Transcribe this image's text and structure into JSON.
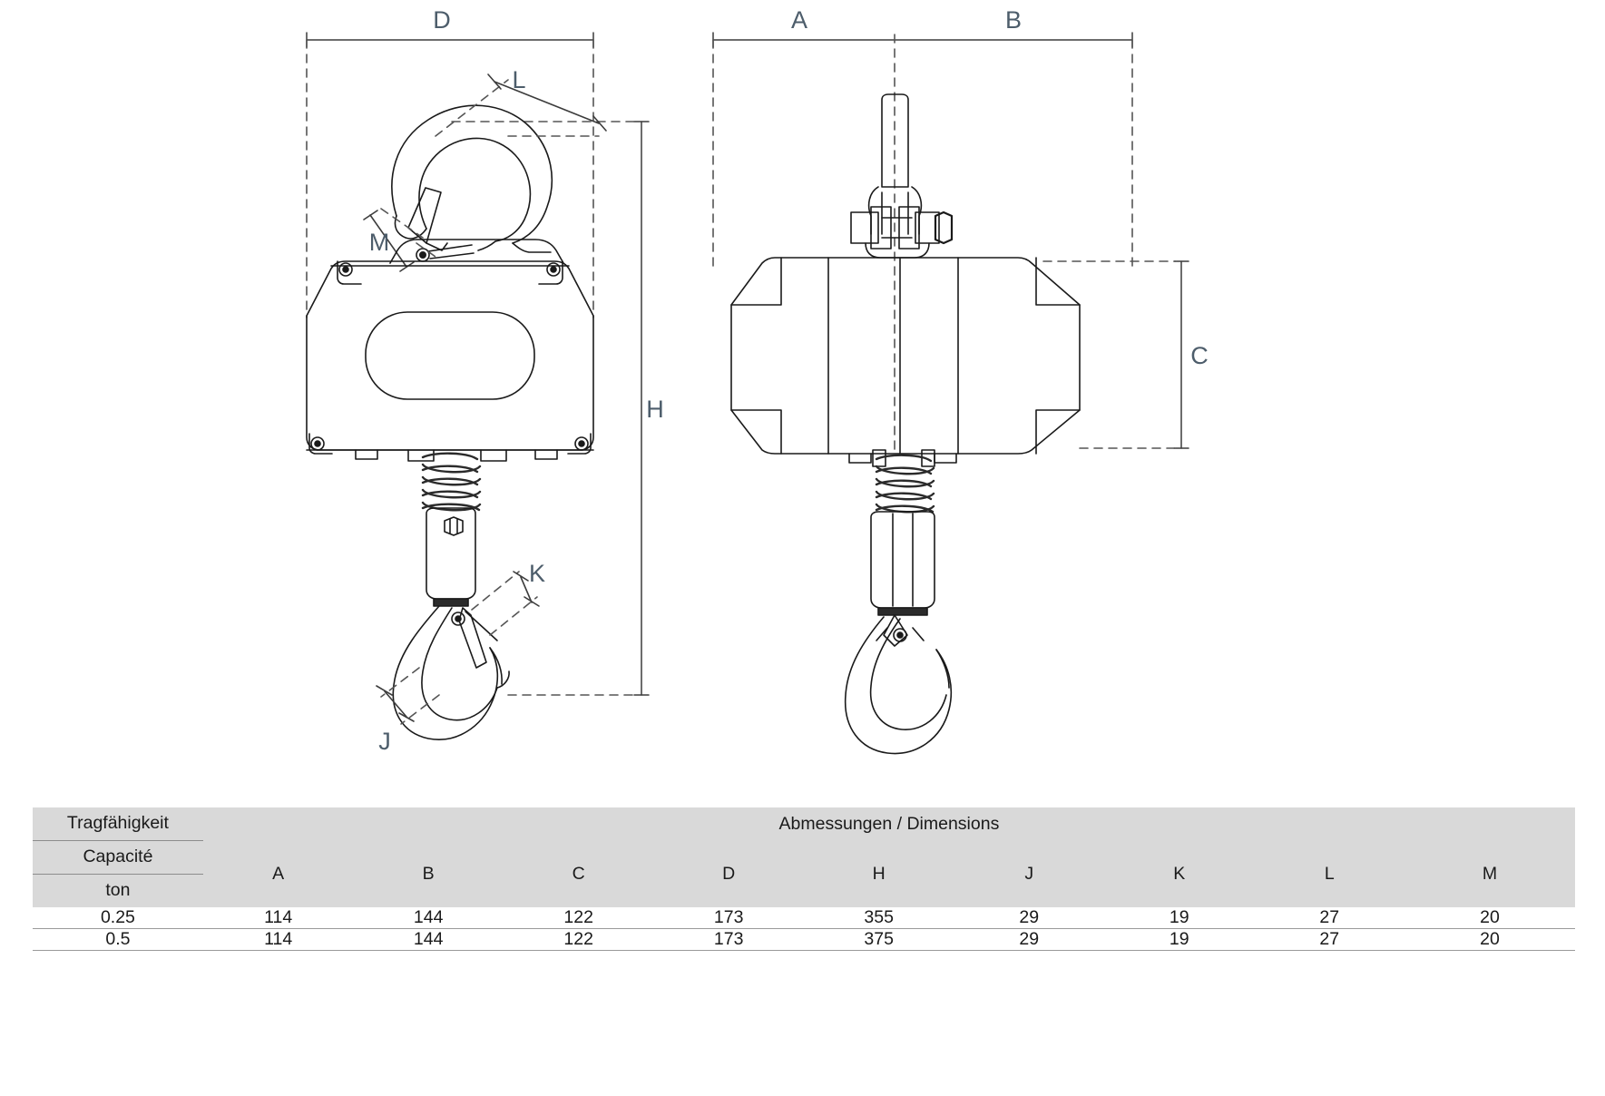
{
  "drawing": {
    "title_hidden": "",
    "views": [
      {
        "name": "side-view",
        "labels": [
          "D",
          "L",
          "M",
          "H",
          "K",
          "J"
        ]
      },
      {
        "name": "front-view",
        "labels": [
          "A",
          "B",
          "C"
        ]
      }
    ],
    "dimension_labels": {
      "D": "D",
      "L": "L",
      "M": "M",
      "H": "H",
      "K": "K",
      "J": "J",
      "A": "A",
      "B": "B",
      "C": "C"
    },
    "line_color": "#1a1a1a",
    "label_color": "#4d5d6b"
  },
  "table": {
    "capacity_header_de": "Tragfähigkeit",
    "capacity_header_fr": "Capacité",
    "capacity_unit": "ton",
    "dimensions_header": "Abmessungen / Dimensions",
    "columns": [
      "A",
      "B",
      "C",
      "D",
      "H",
      "J",
      "K",
      "L",
      "M"
    ],
    "rows": [
      {
        "capacity": "0.25",
        "values": [
          "114",
          "144",
          "122",
          "173",
          "355",
          "29",
          "19",
          "27",
          "20"
        ]
      },
      {
        "capacity": "0.5",
        "values": [
          "114",
          "144",
          "122",
          "173",
          "375",
          "29",
          "19",
          "27",
          "20"
        ]
      }
    ],
    "header_background": "#d9d9d9",
    "row_background": "#ffffff"
  }
}
